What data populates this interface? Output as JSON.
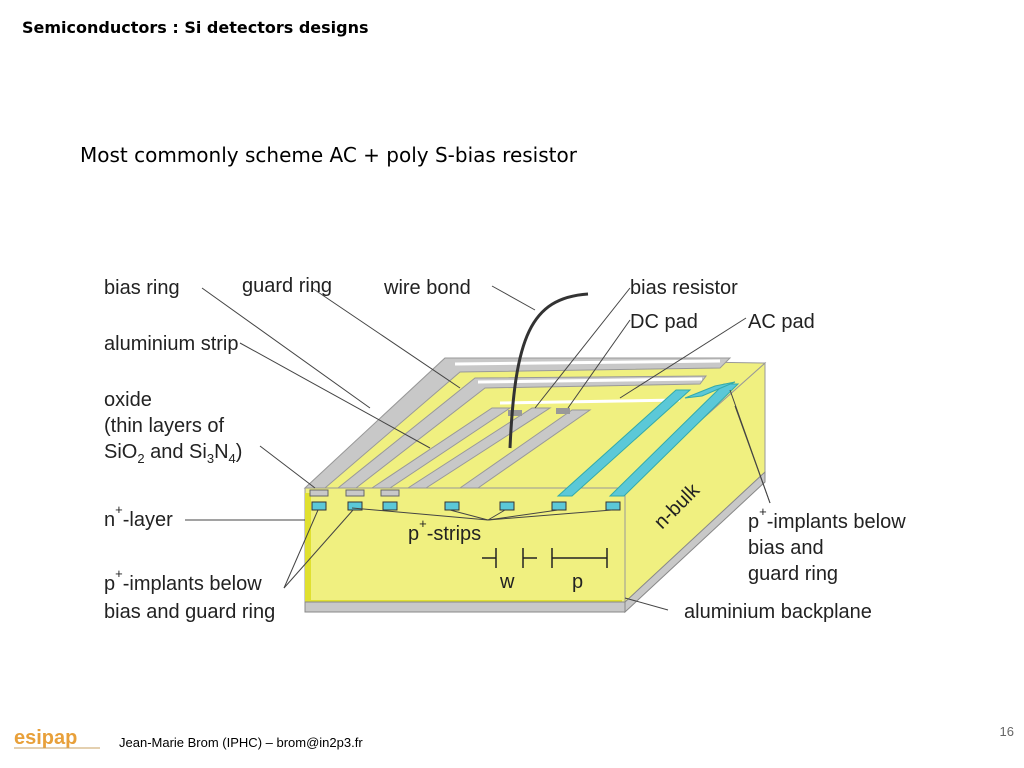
{
  "slide": {
    "title": "Semiconductors : Si detectors designs",
    "subtitle": "Most commonly scheme AC + poly S-bias resistor"
  },
  "diagram": {
    "labels": {
      "bias_ring": "bias ring",
      "guard_ring": "guard ring",
      "wire_bond": "wire bond",
      "bias_resistor": "bias resistor",
      "dc_pad": "DC pad",
      "ac_pad": "AC pad",
      "aluminium_strip": "aluminium strip",
      "oxide_line1": "oxide",
      "oxide_line2": "(thin layers of",
      "oxide_line3a": "SiO",
      "oxide_sub2": "2",
      "oxide_and": " and Si",
      "oxide_sub3": "3",
      "oxide_n": "N",
      "oxide_sub4": "4",
      "oxide_close": ")",
      "n_layer": "n",
      "n_layer_rest": "-layer",
      "plus": "+",
      "p_strips": "p",
      "p_strips_rest": "-strips",
      "w": "w",
      "p": "p",
      "n_bulk": "n-bulk",
      "p_implants_right_1": "p",
      "p_implants_right_1b": "-implants below",
      "p_implants_right_2": "bias and",
      "p_implants_right_3": "guard ring",
      "p_implants_left_1": "p",
      "p_implants_left_1b": "-implants below",
      "p_implants_left_2": "bias and guard ring",
      "aluminium_backplane": "aluminium backplane"
    },
    "colors": {
      "silicon": "#f0f080",
      "silicon_edge": "#e8e83a",
      "aluminium": "#c8c8c8",
      "implant": "#5bc8d8",
      "leader": "#444444"
    }
  },
  "footer": {
    "author": "Jean-Marie Brom (IPHC) – brom@in2p3.fr",
    "page": "16",
    "logo_text": "esipap"
  }
}
